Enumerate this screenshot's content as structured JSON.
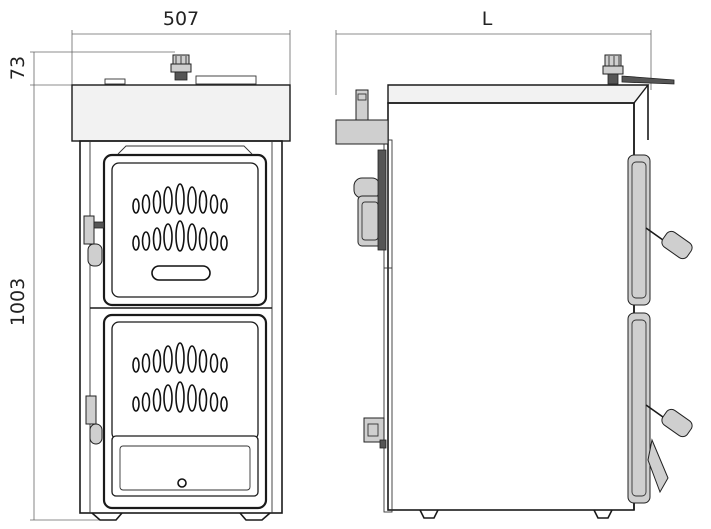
{
  "dimensions": {
    "front_width": "507",
    "side_depth": "L",
    "top_height": "73",
    "body_height": "1003"
  },
  "colors": {
    "line": "#1a1a1a",
    "dimension_line": "#666666",
    "background": "#ffffff"
  }
}
